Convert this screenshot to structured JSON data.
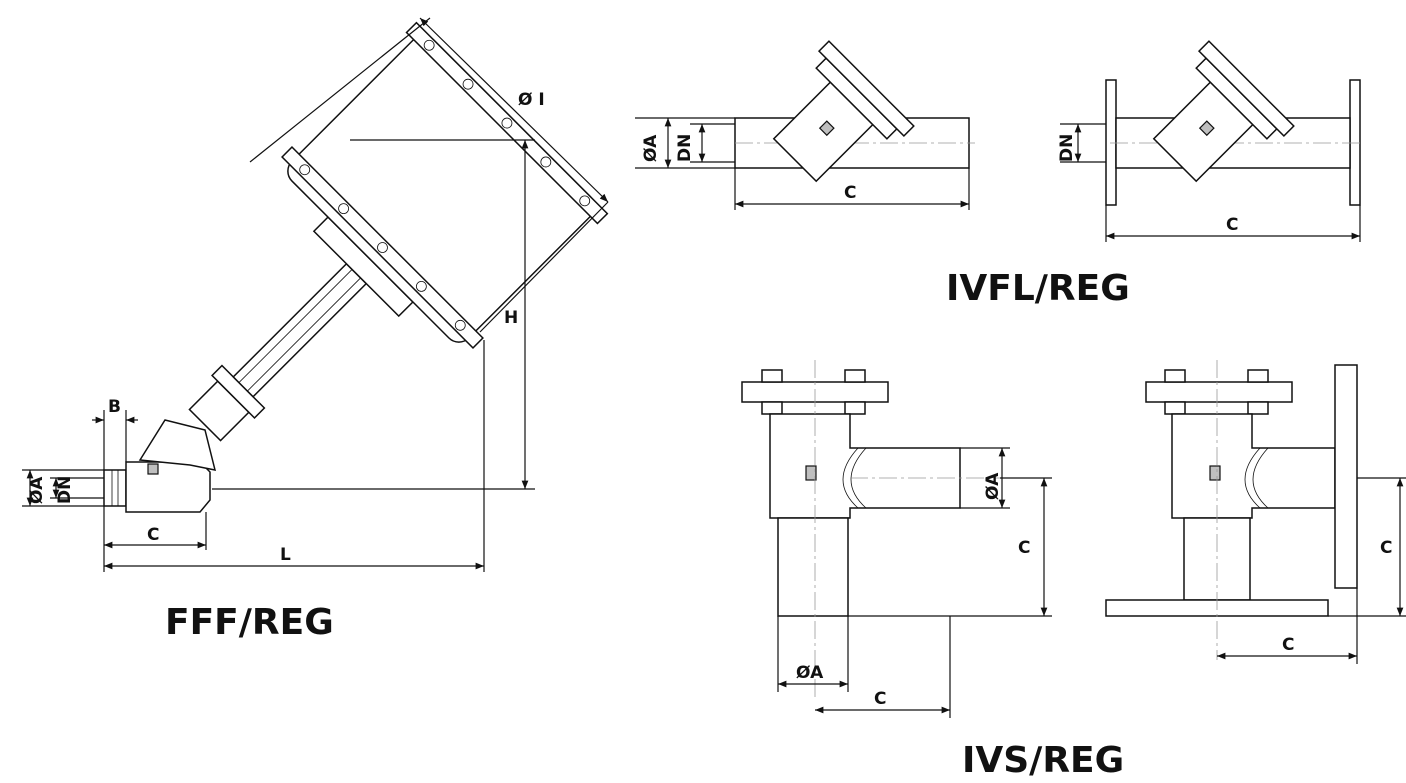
{
  "titles": {
    "fff": "FFF/REG",
    "ivfl": "IVFL/REG",
    "ivs": "IVS/REG"
  },
  "dims": {
    "fff_phi_i": "Ø I",
    "fff_h": "H",
    "fff_b": "B",
    "fff_phi_a": "ØA",
    "fff_dn": "DN",
    "fff_c": "C",
    "fff_l": "L",
    "ivfl1_phi_a": "ØA",
    "ivfl1_dn": "DN",
    "ivfl1_c": "C",
    "ivfl2_dn": "DN",
    "ivfl2_c": "C",
    "ivs1_phi_a_side": "ØA",
    "ivs1_c_vert": "C",
    "ivs1_phi_a_bottom": "ØA",
    "ivs1_c_bottom": "C",
    "ivs2_c_vert": "C",
    "ivs2_c_bottom": "C"
  }
}
